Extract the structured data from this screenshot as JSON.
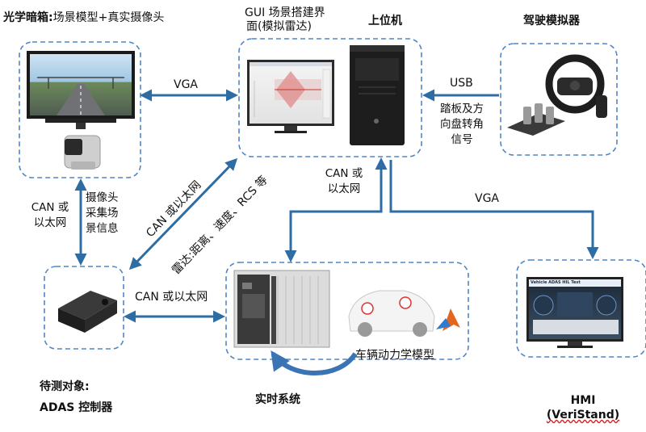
{
  "nodes": {
    "optical_box": {
      "title": "光学暗箱:",
      "desc": "场景模型+真实摄像头"
    },
    "gui": {
      "line1": "GUI 场景搭建界",
      "line2": "面(模拟雷达)"
    },
    "host": {
      "label": "上位机"
    },
    "simulator": {
      "label": "驾驶模拟器"
    },
    "adas": {
      "line1": "待测对象:",
      "line2": "ADAS 控制器"
    },
    "realtime": {
      "label": "实时系统",
      "model_label": "车辆动力学模型"
    },
    "hmi": {
      "line1": "HMI",
      "line2": "(VeriStand)"
    }
  },
  "links": {
    "vga_top": "VGA",
    "usb": "USB",
    "pedal_signal": [
      "踏板及方",
      "向盘转角",
      "信号"
    ],
    "can_eth_left": [
      "CAN 或",
      "以太网"
    ],
    "camera_info": [
      "摄像头",
      "采集场",
      "景信息"
    ],
    "can_eth_diag": "CAN 或以太网",
    "radar_info": "雷达:距离、速度、RCS 等",
    "can_eth_host": [
      "CAN 或",
      "以太网"
    ],
    "vga_hmi": "VGA",
    "can_eth_bottom": "CAN 或以太网"
  },
  "screens": {
    "hmi_title": "Vehicle ADAS HIL Test"
  },
  "colors": {
    "arrow": "#2e6ca4",
    "box_border": "#4f86c6",
    "curve_arrow": "#3b74b5"
  }
}
